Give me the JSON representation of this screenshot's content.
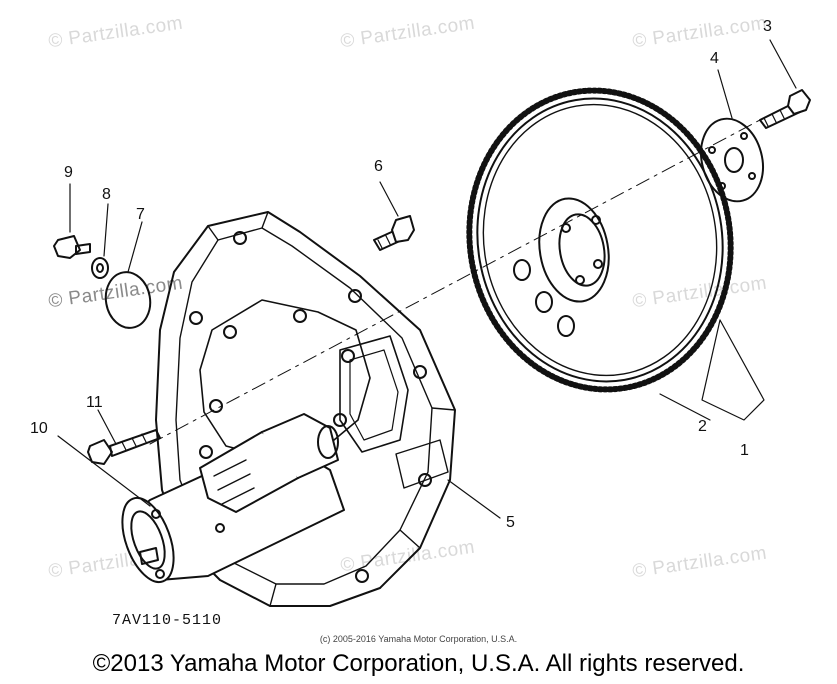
{
  "watermark": "© Partzilla.com",
  "callouts": {
    "c1": "1",
    "c2": "2",
    "c3": "3",
    "c4": "4",
    "c5": "5",
    "c6": "6",
    "c7": "7",
    "c8": "8",
    "c9": "9",
    "c10": "10",
    "c11": "11"
  },
  "diagram_code": "7AV110-5110",
  "small_copyright": "(c) 2005-2016 Yamaha Motor Corporation, U.S.A.",
  "copyright": "©2013 Yamaha Motor Corporation, U.S.A. All rights reserved."
}
